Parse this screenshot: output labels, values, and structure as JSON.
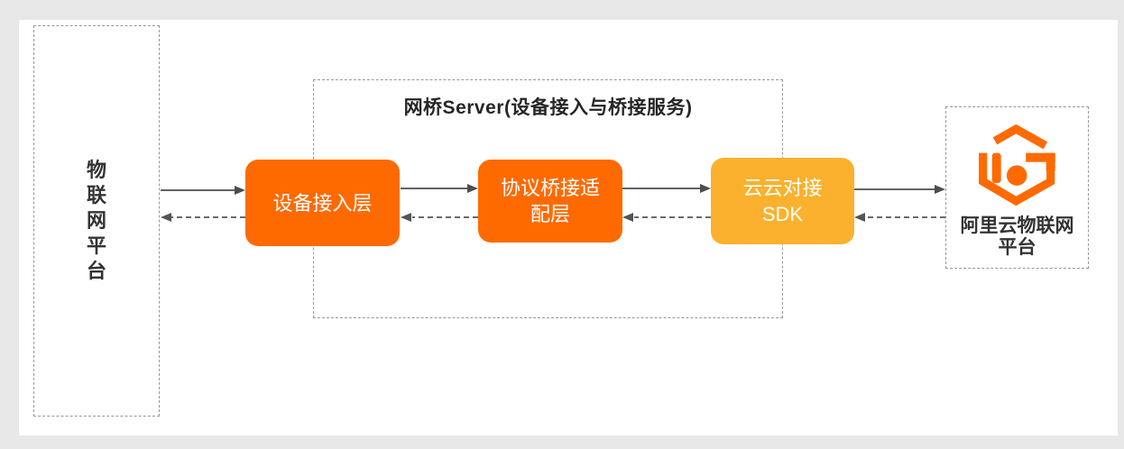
{
  "left_platform": {
    "label": "物联网平台",
    "chars": [
      "物",
      "联",
      "网",
      "平",
      "台"
    ]
  },
  "bridge_server": {
    "title": "网桥Server(设备接入与桥接服务)"
  },
  "nodes": {
    "device_access": {
      "label": "设备接入层",
      "color": "#FF6A00"
    },
    "protocol_adapter": {
      "line1": "协议桥接适",
      "line2": "配层",
      "color": "#FF6A00"
    },
    "cloud_sdk": {
      "line1": "云云对接",
      "line2": "SDK",
      "color": "#FBB12E"
    }
  },
  "aliyun_platform": {
    "line1": "阿里云物联网",
    "line2": "平台",
    "logo_icon": "aliyun-iot-logo",
    "logo_color": "#FF6A00"
  },
  "flows": {
    "forward_style": "solid",
    "return_style": "dashed",
    "arrow_color": "#4d4d4d"
  },
  "colors": {
    "background": "#e8e8e8",
    "panel": "#ffffff",
    "orange": "#FF6A00",
    "amber": "#FBB12E",
    "dashed_border": "#979797",
    "text": "#333333"
  }
}
